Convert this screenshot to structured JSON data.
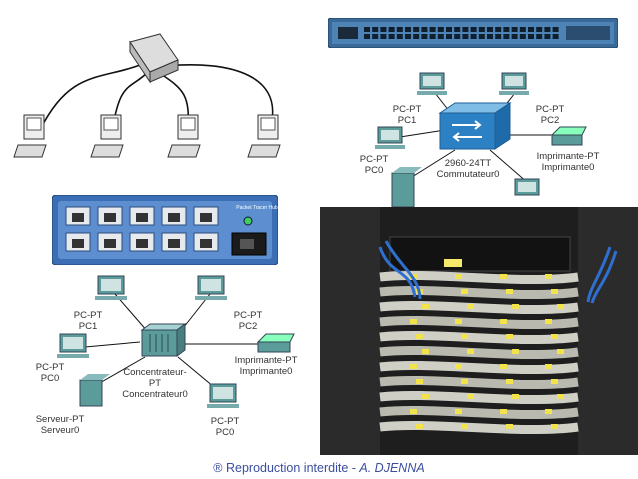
{
  "switch_topology": {
    "labels": [
      {
        "id": "pc1-type",
        "text": "PC-PT"
      },
      {
        "id": "pc1-name",
        "text": "PC1"
      },
      {
        "id": "pc2-type",
        "text": "PC-PT"
      },
      {
        "id": "pc2-name",
        "text": "PC2"
      },
      {
        "id": "pc0-type",
        "text": "PC-PT"
      },
      {
        "id": "pc0-name",
        "text": "PC0"
      },
      {
        "id": "sw-model",
        "text": "2960-24TT"
      },
      {
        "id": "sw-name",
        "text": "Commutateur0"
      },
      {
        "id": "printer-type",
        "text": "Imprimante-PT"
      },
      {
        "id": "printer-name",
        "text": "Imprimante0"
      }
    ]
  },
  "hub_module": {
    "brand": "Packet Tracer Hub"
  },
  "hub_topology": {
    "labels": [
      {
        "id": "pc1-type",
        "text": "PC-PT"
      },
      {
        "id": "pc1-name",
        "text": "PC1"
      },
      {
        "id": "pc2-type",
        "text": "PC-PT"
      },
      {
        "id": "pc2-name",
        "text": "PC2"
      },
      {
        "id": "pc0-type",
        "text": "PC-PT"
      },
      {
        "id": "pc0-name",
        "text": "PC0"
      },
      {
        "id": "hub-type-1",
        "text": "Concentrateur-"
      },
      {
        "id": "hub-type-2",
        "text": "PT"
      },
      {
        "id": "hub-name",
        "text": "Concentrateur0"
      },
      {
        "id": "printer-type",
        "text": "Imprimante-PT"
      },
      {
        "id": "printer-name",
        "text": "Imprimante0"
      },
      {
        "id": "server-type",
        "text": "Serveur-PT"
      },
      {
        "id": "server-name",
        "text": "Serveur0"
      },
      {
        "id": "pcb-type",
        "text": "PC-PT"
      },
      {
        "id": "pcb-name",
        "text": "PC0"
      }
    ]
  },
  "footer": {
    "prefix": "® Reproduction interdite  - ",
    "author": "A. DJENNA"
  },
  "colors": {
    "switch_blue": "#2c80c4",
    "pc_green": "#5b9b9a",
    "hub_panel": "#3b6eb4",
    "footer_text": "#3b4ea0"
  }
}
